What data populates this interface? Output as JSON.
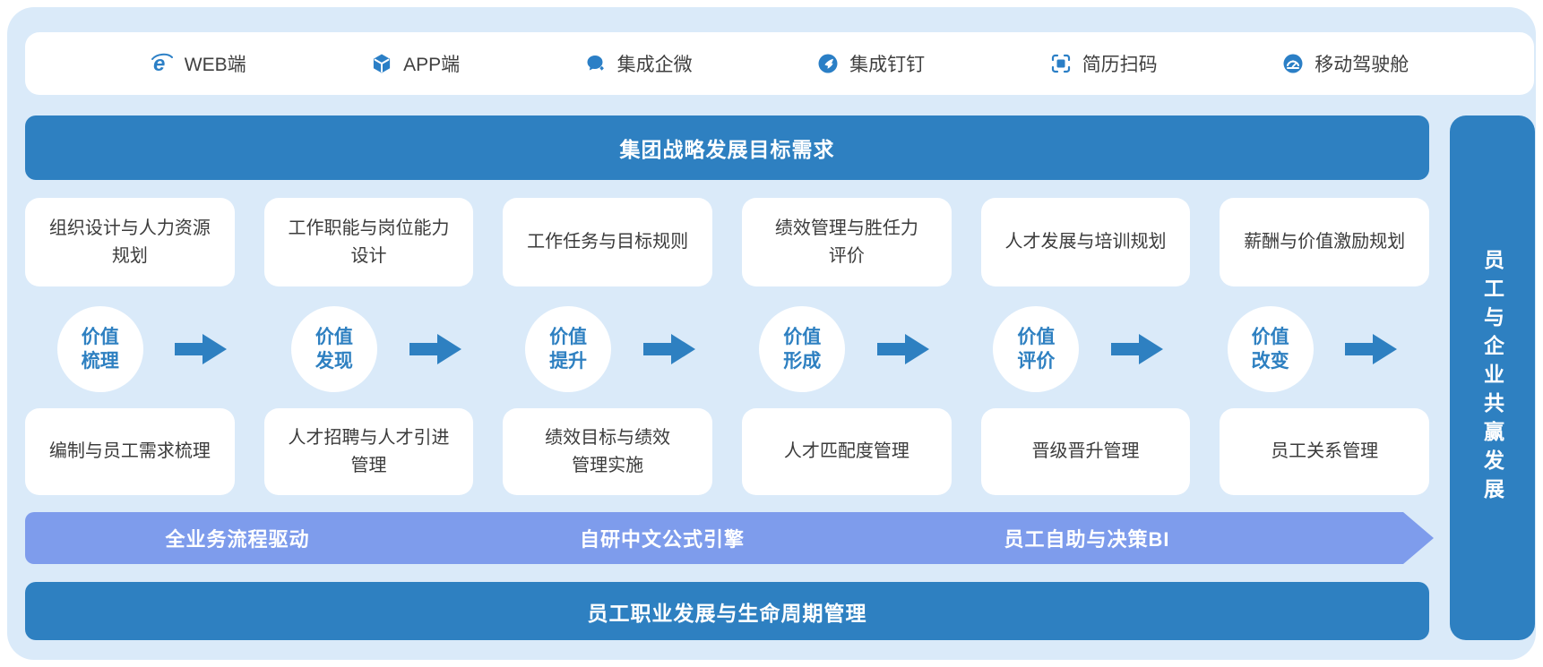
{
  "colors": {
    "primary_blue": "#2e80c1",
    "icon_blue": "#2b7fc6",
    "periwinkle": "#7e9cec",
    "canvas_bg": "#daeaf9",
    "card_bg": "#ffffff",
    "text_dark": "#3b3b3b"
  },
  "top_bar": {
    "items": [
      {
        "label": "WEB端",
        "icon": "ie-browser-icon"
      },
      {
        "label": "APP端",
        "icon": "app-cube-icon"
      },
      {
        "label": "集成企微",
        "icon": "wecom-chat-icon"
      },
      {
        "label": "集成钉钉",
        "icon": "dingtalk-icon"
      },
      {
        "label": "简历扫码",
        "icon": "scan-qr-icon"
      },
      {
        "label": "移动驾驶舱",
        "icon": "dashboard-gauge-icon"
      }
    ]
  },
  "strategy_banner": {
    "label": "集团战略发展目标需求"
  },
  "planning_cards": [
    {
      "lines": [
        "组织设计与人力资源",
        "规划"
      ]
    },
    {
      "lines": [
        "工作职能与岗位能力",
        "设计"
      ]
    },
    {
      "lines": [
        "工作任务与目标规则"
      ]
    },
    {
      "lines": [
        "绩效管理与胜任力",
        "评价"
      ]
    },
    {
      "lines": [
        "人才发展与培训规划"
      ]
    },
    {
      "lines": [
        "薪酬与价值激励规划"
      ]
    }
  ],
  "value_steps": [
    {
      "line1": "价值",
      "line2": "梳理"
    },
    {
      "line1": "价值",
      "line2": "发现"
    },
    {
      "line1": "价值",
      "line2": "提升"
    },
    {
      "line1": "价值",
      "line2": "形成"
    },
    {
      "line1": "价值",
      "line2": "评价"
    },
    {
      "line1": "价值",
      "line2": "改变"
    }
  ],
  "execution_cards": [
    {
      "lines": [
        "编制与员工需求梳理"
      ]
    },
    {
      "lines": [
        "人才招聘与人才引进",
        "管理"
      ]
    },
    {
      "lines": [
        "绩效目标与绩效",
        "管理实施"
      ]
    },
    {
      "lines": [
        "人才匹配度管理"
      ]
    },
    {
      "lines": [
        "晋级晋升管理"
      ]
    },
    {
      "lines": [
        "员工关系管理"
      ]
    }
  ],
  "engine_banner": {
    "items": [
      "全业务流程驱动",
      "自研中文公式引擎",
      "员工自助与决策BI"
    ]
  },
  "lifecycle_banner": {
    "label": "员工职业发展与生命周期管理"
  },
  "right_bar": {
    "label": "员工与企业共赢发展"
  }
}
